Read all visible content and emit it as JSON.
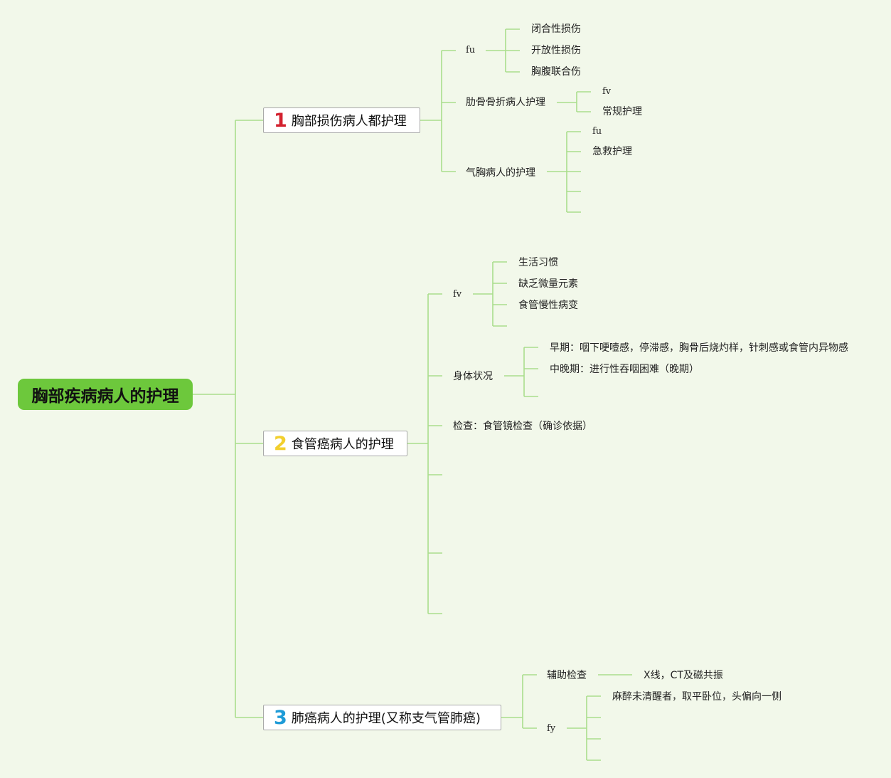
{
  "root": {
    "label": "胸部疾病病人的护理"
  },
  "branches": [
    {
      "number": "1",
      "number_color": "#d3212f",
      "label": "胸部损伤病人都护理",
      "children": [
        {
          "label": "fu",
          "children": [
            "闭合性损伤",
            "开放性损伤",
            "胸腹联合伤"
          ]
        },
        {
          "label": "肋骨骨折病人护理",
          "children": [
            "fv",
            "常规护理"
          ]
        },
        {
          "label": "气胸病人的护理",
          "children": [
            "fu",
            "急救护理",
            "",
            "",
            ""
          ]
        }
      ]
    },
    {
      "number": "2",
      "number_color": "#f2cf2e",
      "label": "食管癌病人的护理",
      "children": [
        {
          "label": "fv",
          "children": [
            "生活习惯",
            "缺乏微量元素",
            "食管慢性病变",
            ""
          ]
        },
        {
          "label": "身体状况",
          "children": [
            "早期：咽下哽噎感，停滞感，胸骨后烧灼样，针刺感或食管内异物感",
            "中晚期：进行性吞咽困难（晚期）",
            ""
          ]
        },
        {
          "label": "检查：食管镜检查（确诊依据）",
          "children": []
        },
        {
          "label": "",
          "children": []
        },
        {
          "label": "",
          "children": []
        },
        {
          "label": "",
          "children": []
        }
      ]
    },
    {
      "number": "3",
      "number_color": "#1e9bd7",
      "label": "肺癌病人的护理(又称支气管肺癌)",
      "children": [
        {
          "label": "辅助检查",
          "children": [
            "X线，CT及磁共振"
          ]
        },
        {
          "label": "fy",
          "children": [
            "麻醉未清醒者，取平卧位，头偏向一侧",
            "",
            "",
            ""
          ]
        }
      ]
    }
  ],
  "colors": {
    "background": "#f2f8ea",
    "connector": "#a9de8c",
    "root_fill": "#6dc83c"
  }
}
